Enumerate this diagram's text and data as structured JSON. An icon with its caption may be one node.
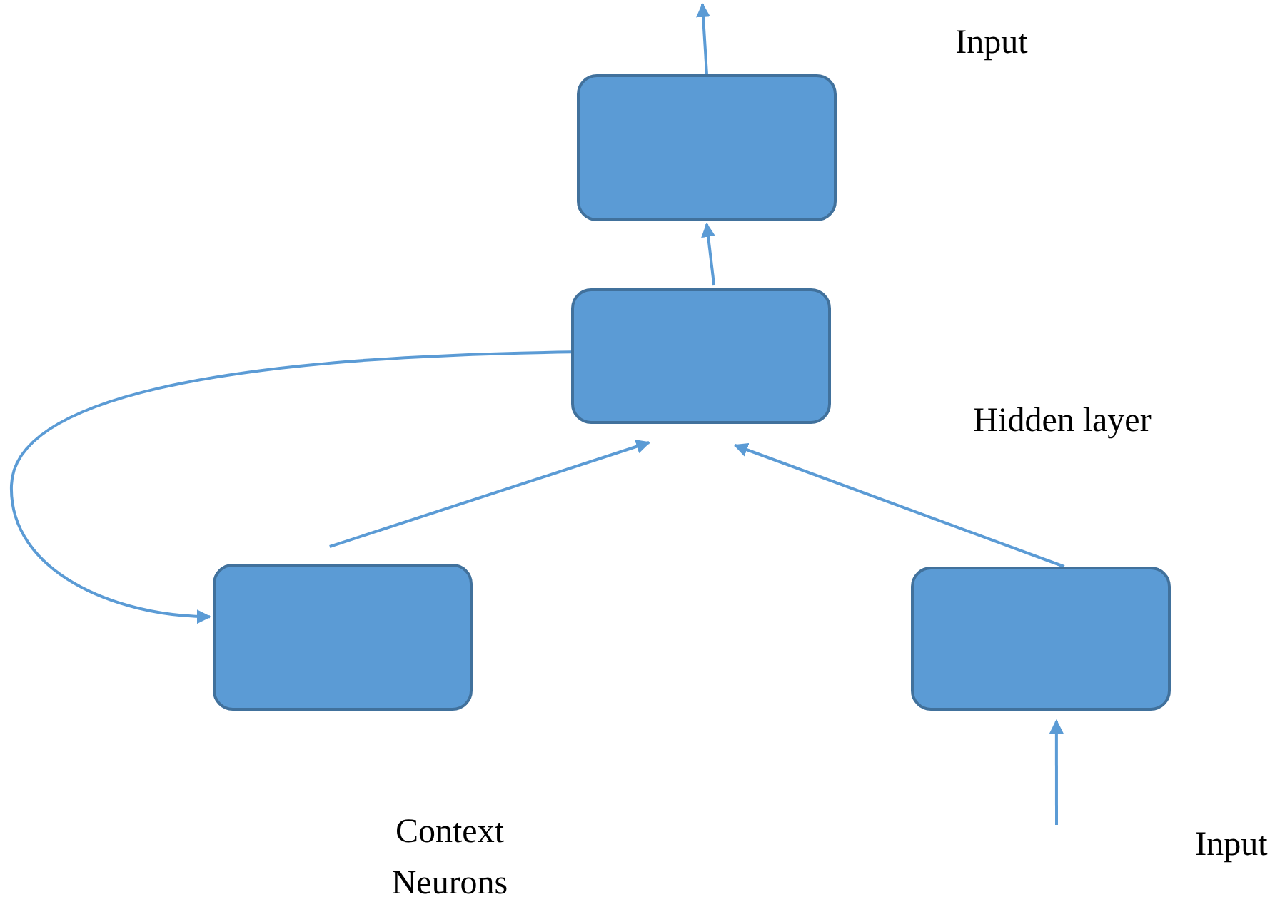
{
  "diagram": {
    "nodes": [
      {
        "text": [],
        "shape": "box"
      },
      {
        "text": [],
        "shape": "box"
      },
      {
        "text": [],
        "shape": "box"
      },
      {
        "text": [],
        "shape": "box"
      }
    ],
    "edges": [
      {
        "from": 0,
        "to": null,
        "arrow": "to"
      },
      {
        "from": 1,
        "to": 0,
        "arrow": "to"
      },
      {
        "from": 1,
        "to": 2,
        "arrow": "to"
      },
      {
        "from": 2,
        "to": 1,
        "arrow": "to"
      },
      {
        "from": 3,
        "to": 1,
        "arrow": "to"
      },
      {
        "from": null,
        "to": 3,
        "arrow": "to"
      }
    ],
    "labels": [
      "Input",
      "Hidden layer",
      "Context Neurons",
      "Input"
    ]
  }
}
